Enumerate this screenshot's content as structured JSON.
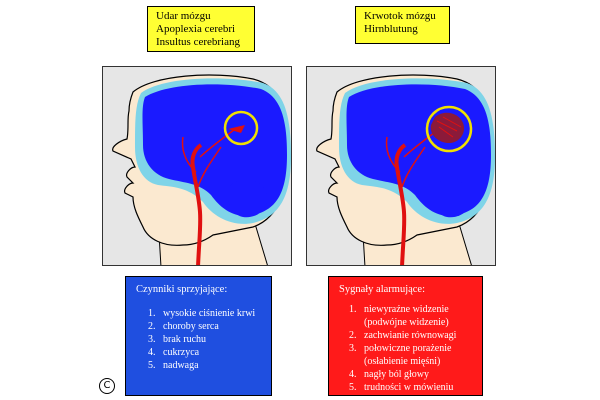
{
  "left": {
    "label_lines": [
      "Udar mózgu",
      "Apoplexia cerebri",
      "Insultus cerebriang"
    ],
    "box_title": "Czynniki sprzyjające:",
    "box_items": [
      {
        "num": "1.",
        "text": "wysokie ciśnienie krwi"
      },
      {
        "num": "2.",
        "text": "choroby serca"
      },
      {
        "num": "3.",
        "text": "brak ruchu"
      },
      {
        "num": "4.",
        "text": "cukrzyca"
      },
      {
        "num": "5.",
        "text": "nadwaga"
      }
    ]
  },
  "right": {
    "label_lines": [
      "Krwotok mózgu",
      "Hirnblutung"
    ],
    "box_title": "Sygnały alarmujące:",
    "box_items": [
      {
        "num": "1.",
        "text": "niewyraźne widzenie"
      },
      {
        "num": "",
        "text": "(podwójne widzenie)"
      },
      {
        "num": "2.",
        "text": "zachwianie równowagi"
      },
      {
        "num": "3.",
        "text": "połowiczne porażenie"
      },
      {
        "num": "",
        "text": "(osłabienie mięśni)"
      },
      {
        "num": "4.",
        "text": "nagły ból głowy"
      },
      {
        "num": "5.",
        "text": "trudności w mówieniu"
      }
    ]
  },
  "copyright_symbol": "C",
  "colors": {
    "label_bg": "#ffff33",
    "brain": "#1a1aff",
    "csf": "#7fd4e8",
    "skin": "#fbe9d0",
    "vessel": "#e01010",
    "highlight_circle": "#f0e000",
    "left_box": "#1f4fe0",
    "right_box": "#ff1a1a"
  }
}
